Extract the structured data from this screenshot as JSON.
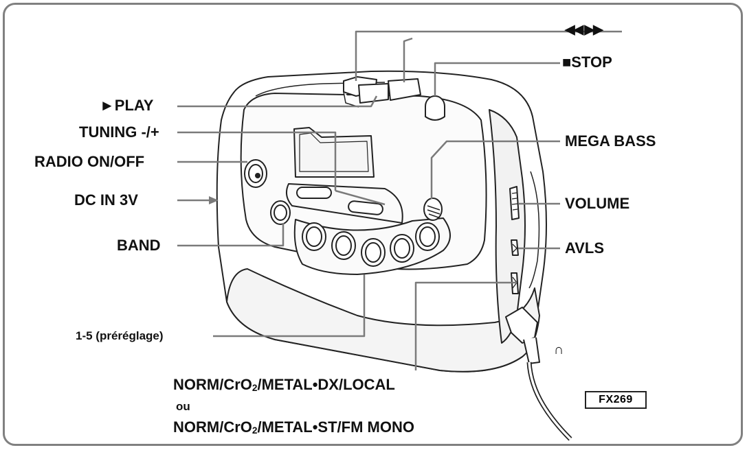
{
  "labels": {
    "rewind_ff": "◀◀ ▶▶",
    "stop": "■STOP",
    "play": "►PLAY",
    "tuning": "TUNING -/+",
    "radio_on_off": "RADIO ON/OFF",
    "dc_in": "DC IN 3V",
    "band": "BAND",
    "presets": "1-5 (préréglage)",
    "mega_bass": "MEGA BASS",
    "volume": "VOLUME",
    "avls": "AVLS",
    "switch_line1_pre": "NORM/CrO",
    "switch_line1_sub": "2",
    "switch_line1_post": "/METAL•DX/LOCAL",
    "or": "ou",
    "switch_line2_pre": "NORM/CrO",
    "switch_line2_sub": "2",
    "switch_line2_post": "/METAL•ST/FM MONO",
    "headphones_symbol": "∩"
  },
  "model_code": "FX269",
  "colors": {
    "leader_line": "#7a7a7a",
    "device_stroke": "#222222",
    "frame": "#808080"
  }
}
